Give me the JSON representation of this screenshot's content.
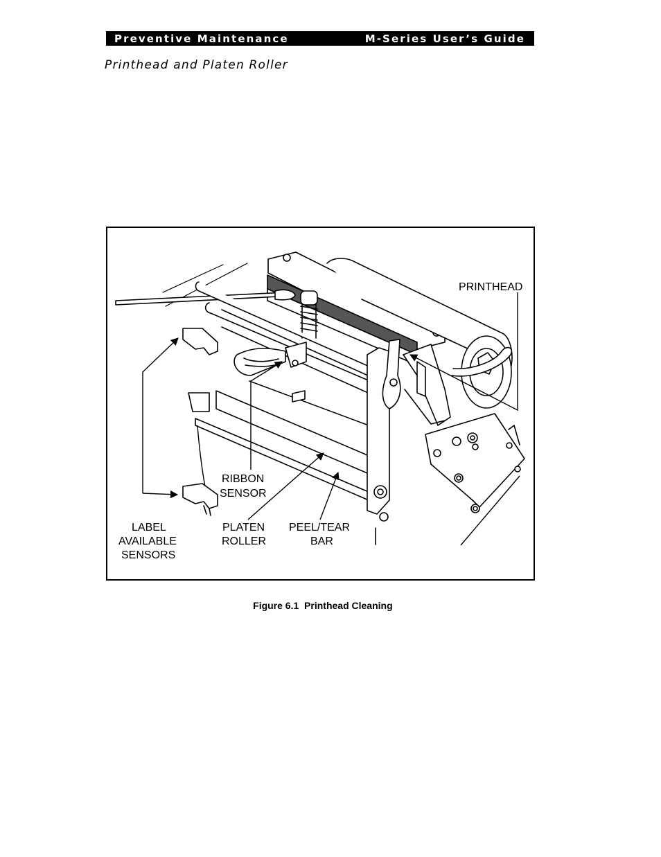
{
  "header": {
    "left": "Preventive Maintenance",
    "right": "M-Series User’s Guide"
  },
  "section_title": "Printhead and Platen Roller",
  "figure": {
    "labels": {
      "printhead": "PRINTHEAD",
      "ribbon_sensor_line1": "RIBBON",
      "ribbon_sensor_line2": "SENSOR",
      "label_sensors_line1": "LABEL",
      "label_sensors_line2": "AVAILABLE",
      "label_sensors_line3": "SENSORS",
      "platen_line1": "PLATEN",
      "platen_line2": "ROLLER",
      "peel_line1": "PEEL/TEAR",
      "peel_line2": "BAR"
    },
    "caption": "Figure 6.1  Printhead Cleaning"
  }
}
